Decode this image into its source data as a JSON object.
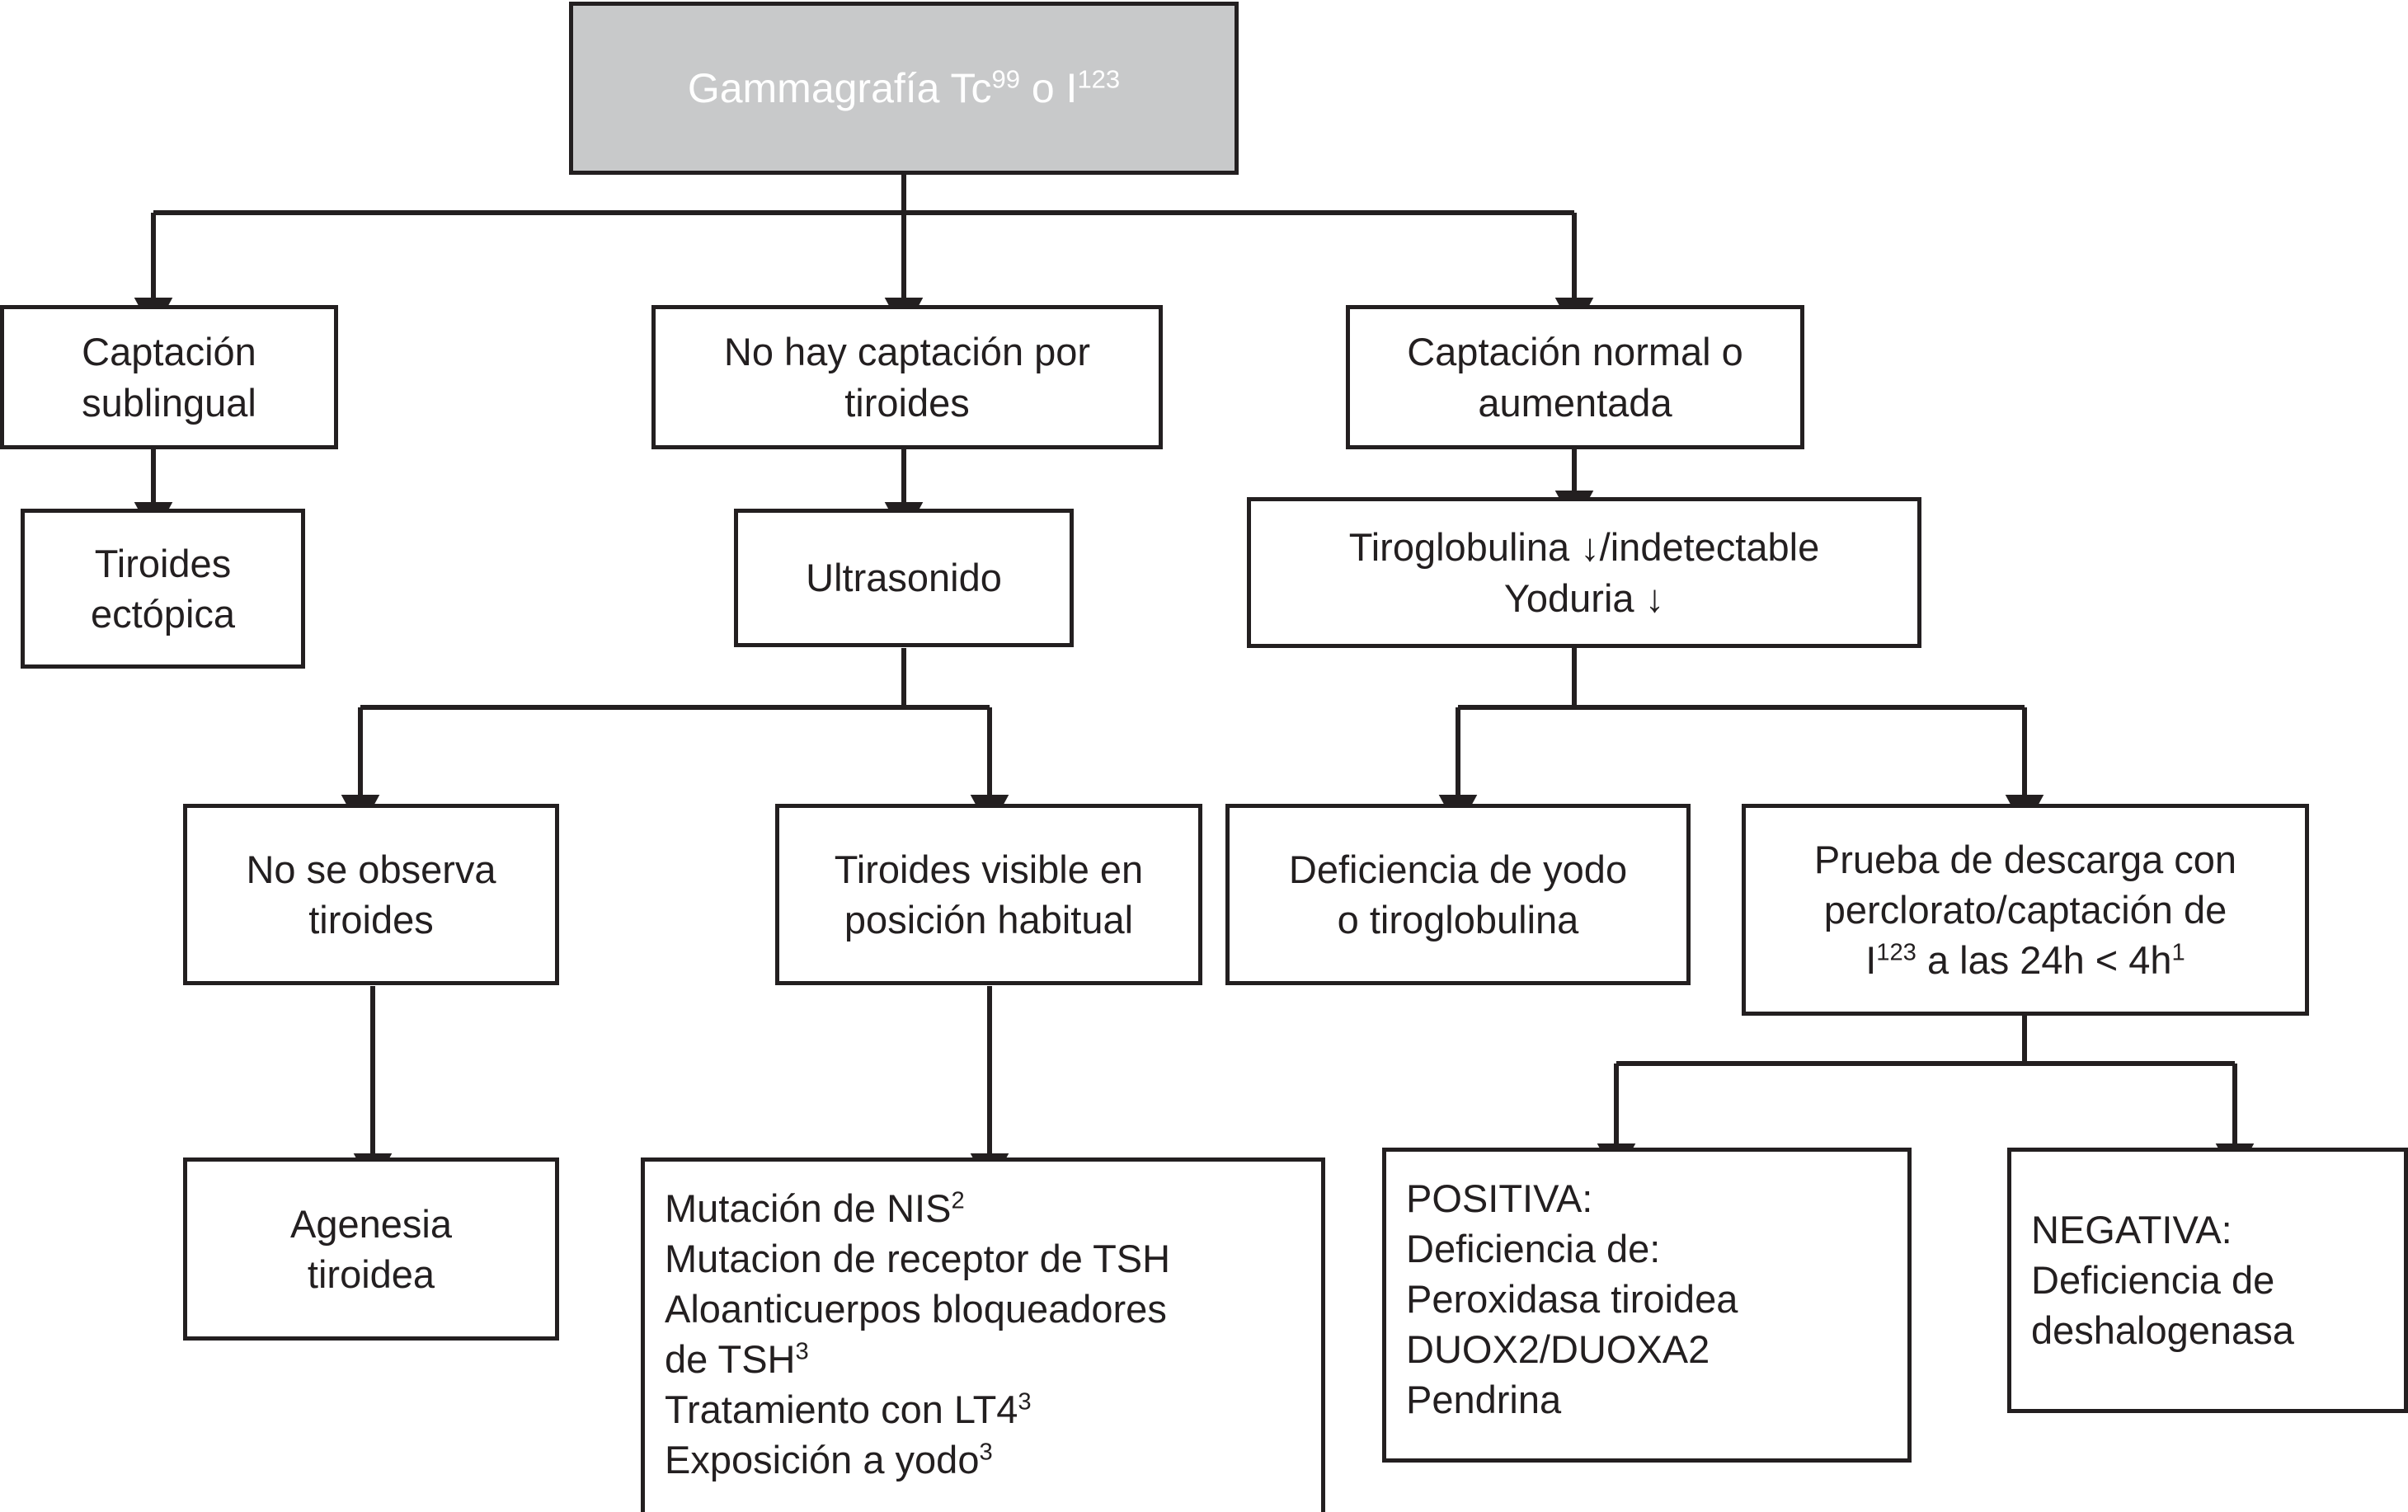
{
  "diagram": {
    "title_text": "Gammagrafía Tc99 o I123",
    "colors": {
      "stroke": "#231f20",
      "root_fill": "#c8c9ca",
      "root_text": "#ffffff",
      "node_fill": "#ffffff",
      "node_text": "#231f20"
    },
    "nodes": {
      "root": {
        "label_pre": "Gammagrafía Tc",
        "label_sup1": "99",
        "label_mid": " o I",
        "label_sup2": "123"
      },
      "captacion_sublingual": {
        "line1": "Captación",
        "line2": "sublingual"
      },
      "no_captacion": {
        "line1": "No hay captación por",
        "line2": "tiroides"
      },
      "captacion_normal": {
        "line1": "Captación normal o",
        "line2": "aumentada"
      },
      "tiroides_ectopica": {
        "line1": "Tiroides",
        "line2": "ectópica"
      },
      "ultrasonido": {
        "line1": "Ultrasonido"
      },
      "tiroglobulina": {
        "line1": "Tiroglobulina ↓/indetectable",
        "line2": "Yoduria ↓"
      },
      "no_se_observa": {
        "line1": "No se observa",
        "line2": "tiroides"
      },
      "tiroides_visible": {
        "line1": "Tiroides visible en",
        "line2": "posición habitual"
      },
      "deficiencia_yodo": {
        "line1": "Deficiencia de yodo",
        "line2": "o tiroglobulina"
      },
      "prueba_descarga": {
        "line1": "Prueba de descarga con",
        "line2": "perclorato/captación de",
        "line3_pre": "I",
        "line3_sup": "123",
        "line3_mid": " a las 24h < 4h",
        "line3_sup2": "1"
      },
      "agenesia": {
        "line1": "Agenesia",
        "line2": "tiroidea"
      },
      "causas_list": {
        "item1_pre": "Mutación de NIS",
        "item1_sup": "2",
        "item2": "Mutacion de receptor de TSH",
        "item3": "Aloanticuerpos bloqueadores",
        "item4_pre": "de TSH",
        "item4_sup": "3",
        "item5_pre": "Tratamiento con LT4",
        "item5_sup": "3",
        "item6_pre": "Exposición a yodo",
        "item6_sup": "3"
      },
      "positiva": {
        "line1": "POSITIVA:",
        "line2": "Deficiencia de:",
        "line3": "Peroxidasa tiroidea",
        "line4": "DUOX2/DUOXA2",
        "line5": "Pendrina"
      },
      "negativa": {
        "line1": "NEGATIVA:",
        "line2": "Deficiencia de",
        "line3": "deshalogenasa"
      }
    }
  }
}
